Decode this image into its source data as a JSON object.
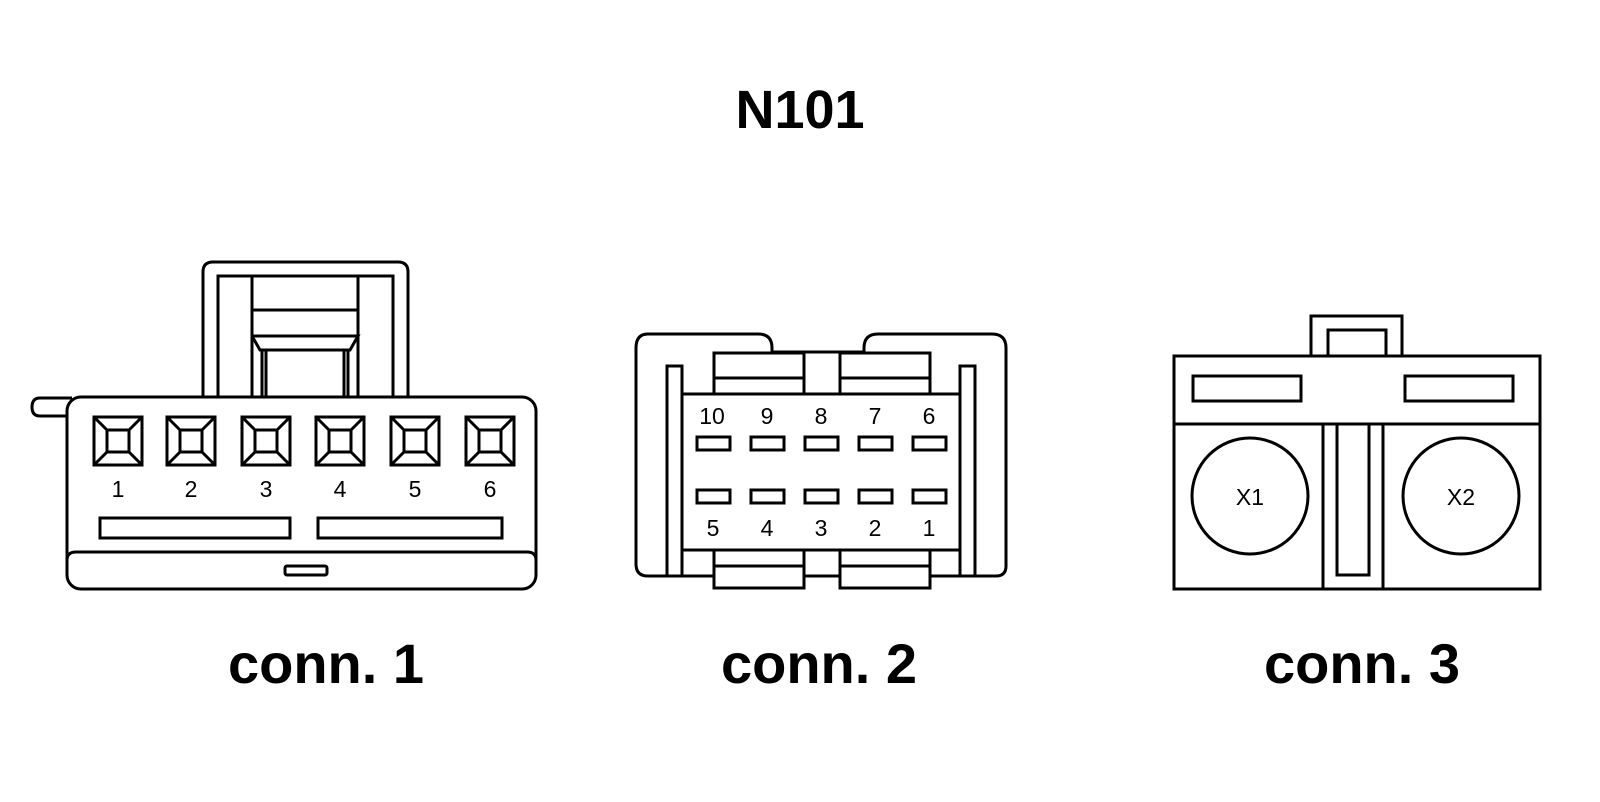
{
  "title": "N101",
  "connectors": [
    {
      "label": "conn. 1",
      "pins": [
        "1",
        "2",
        "3",
        "4",
        "5",
        "6"
      ]
    },
    {
      "label": "conn. 2",
      "pins_top": [
        "10",
        "9",
        "8",
        "7",
        "6"
      ],
      "pins_bottom": [
        "5",
        "4",
        "3",
        "2",
        "1"
      ]
    },
    {
      "label": "conn. 3",
      "terminals": [
        "X1",
        "X2"
      ]
    }
  ]
}
